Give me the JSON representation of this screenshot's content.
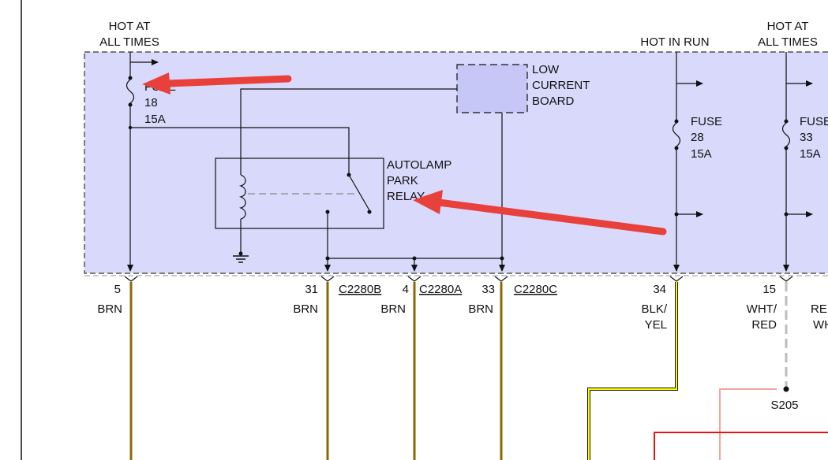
{
  "colors": {
    "background": "#ffffff",
    "fuse_box_fill": "#d9d9fb",
    "fuse_box_border": "#333333",
    "board_fill": "#c6c6f7",
    "wire_brown": "#8a6a00",
    "wire_yellow": "#ffff00",
    "wire_red": "#ee1111",
    "wire_gray": "#bdbdbd",
    "arrow_red": "#e8413c",
    "line_black": "#111111"
  },
  "power": {
    "left_feed": [
      "HOT AT",
      "ALL TIMES"
    ],
    "run_feed": "HOT IN RUN",
    "right_feed": [
      "HOT AT",
      "ALL TIMES"
    ]
  },
  "fuse18": {
    "name": "FUSE",
    "number": "18",
    "rating": "15A"
  },
  "fuse28": {
    "name": "FUSE",
    "number": "28",
    "rating": "15A"
  },
  "fuse33": {
    "name": "FUSE",
    "number": "33",
    "rating": "15A"
  },
  "board": [
    "LOW",
    "CURRENT",
    "BOARD"
  ],
  "relay": [
    "AUTOLAMP",
    "PARK",
    "RELAY"
  ],
  "pins": [
    {
      "pin": "5",
      "color": "BRN",
      "connector": ""
    },
    {
      "pin": "31",
      "color": "BRN",
      "connector": "C2280B"
    },
    {
      "pin": "4",
      "color": "BRN",
      "connector": "C2280A"
    },
    {
      "pin": "33",
      "color": "BRN",
      "connector": "C2280C"
    },
    {
      "pin": "34",
      "color": [
        "BLK/",
        "YEL"
      ],
      "connector": ""
    },
    {
      "pin": "15",
      "color": [
        "WHT/",
        "RED"
      ],
      "connector": ""
    }
  ],
  "cut_off_wire": [
    "RE",
    "WH"
  ],
  "splice": "S205"
}
